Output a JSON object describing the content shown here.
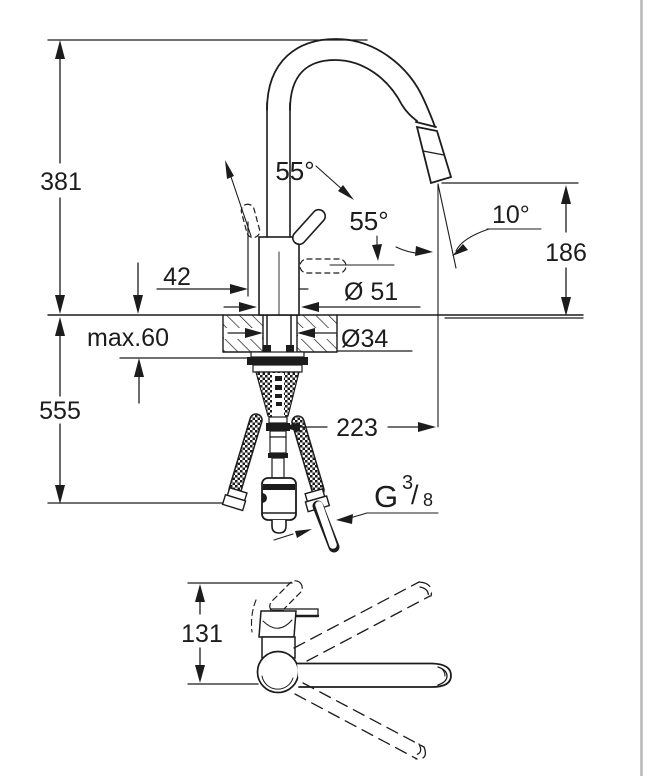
{
  "meta": {
    "type": "technical-dimension-drawing",
    "subject": "single-lever kitchen faucet with high arc spout and pull-out spray, front view and top view"
  },
  "front_view": {
    "labels": {
      "height_above_deck": "381",
      "length_below_deck": "555",
      "deck_thickness": "max.60",
      "handle_projection": "42",
      "body_diameter": "Ø 51",
      "hole_diameter": "Ø34",
      "spout_reach": "223",
      "clearance_height": "186",
      "spray_tilt_angle": "10°",
      "handle_swing_upper": "55°",
      "handle_swing_lower": "55°",
      "thread_g": "G",
      "thread_numerator": "3",
      "thread_slash": "/",
      "thread_denominator": "8"
    }
  },
  "top_view": {
    "labels": {
      "front_depth": "131"
    }
  },
  "colors": {
    "line": "#1c1c1c",
    "frame_border": "#b7b7b7",
    "background": "#ffffff"
  }
}
